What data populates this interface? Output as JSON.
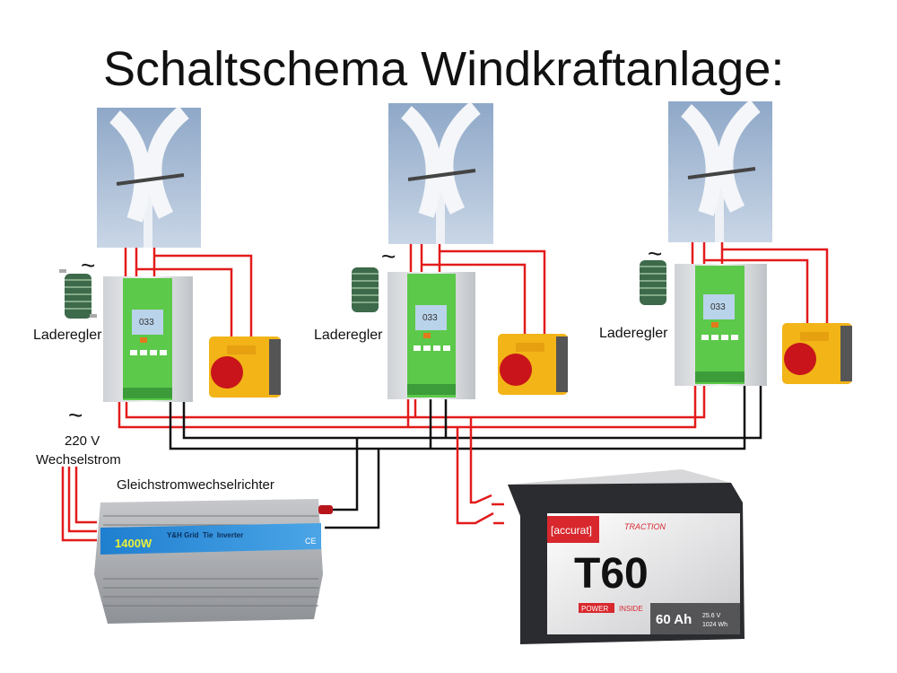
{
  "title": "Schaltschema Windkraftanlage:",
  "colors": {
    "wire_red": "#e31b1b",
    "wire_black": "#111111",
    "controller_green": "#5cc94a",
    "estop_yellow": "#f2b417",
    "estop_red": "#c8141a",
    "battery_red": "#d8282e"
  },
  "units": [
    {
      "label": "Laderegler",
      "tilde": "~",
      "lcd": "033"
    },
    {
      "label": "Laderegler",
      "tilde": "~",
      "lcd": "033"
    },
    {
      "label": "Laderegler",
      "tilde": "~",
      "lcd": "033"
    }
  ],
  "ac": {
    "tilde": "~",
    "voltage": "220 V",
    "label": "Wechselstrom"
  },
  "inverter": {
    "label": "Gleichstromwechselrichter",
    "power": "1400W",
    "brand": "Y&H Grid  Tie  Inverter",
    "ce": "CE"
  },
  "battery": {
    "brand": "[accurat]",
    "series": "TRACTION",
    "model": "T60",
    "power": "POWER",
    "inside": "INSIDE",
    "capacity": "60 Ah",
    "voltage": "25.6 V",
    "energy": "1024 Wh"
  }
}
